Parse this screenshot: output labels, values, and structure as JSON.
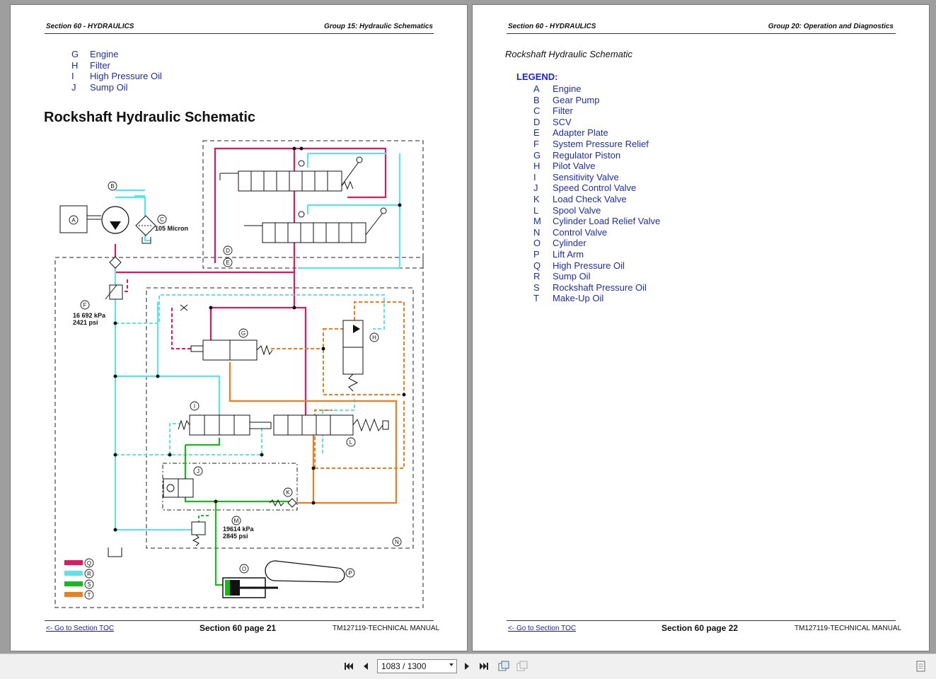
{
  "left_page": {
    "header_left": "Section 60 - HYDRAULICS",
    "header_right": "Group 15: Hydraulic Schematics",
    "legend_items": [
      {
        "key": "G",
        "label": "Engine"
      },
      {
        "key": "H",
        "label": "Filter"
      },
      {
        "key": "I",
        "label": "High Pressure Oil"
      },
      {
        "key": "J",
        "label": "Sump Oil"
      }
    ],
    "title": "Rockshaft Hydraulic Schematic",
    "schematic": {
      "filter_label": "105 Micron",
      "relief_f_kpa": "16 692 kPa",
      "relief_f_psi": "2421 psi",
      "relief_m_kpa": "19614 kPa",
      "relief_m_psi": "2845 psi",
      "callouts": [
        "A",
        "B",
        "C",
        "D",
        "E",
        "F",
        "G",
        "H",
        "I",
        "J",
        "K",
        "L",
        "M",
        "N",
        "O",
        "P"
      ],
      "swatch_keys": [
        "Q",
        "R",
        "S",
        "T"
      ],
      "colors": {
        "high_pressure": "#e0195e",
        "sump": "#5fe3ea",
        "rockshaft": "#19b81c",
        "makeup": "#ef7d1e"
      }
    },
    "footer_link": "<- Go to Section TOC",
    "footer_page": "Section 60 page 21",
    "footer_manual": "TM127119-TECHNICAL MANUAL"
  },
  "right_page": {
    "header_left": "Section 60 - HYDRAULICS",
    "header_right": "Group 20: Operation and Diagnostics",
    "title": "Rockshaft Hydraulic Schematic",
    "legend_heading": "LEGEND:",
    "legend_items": [
      {
        "key": "A",
        "label": "Engine"
      },
      {
        "key": "B",
        "label": "Gear Pump"
      },
      {
        "key": "C",
        "label": "Filter"
      },
      {
        "key": "D",
        "label": "SCV"
      },
      {
        "key": "E",
        "label": "Adapter Plate"
      },
      {
        "key": "F",
        "label": "System Pressure Relief"
      },
      {
        "key": "G",
        "label": "Regulator Piston"
      },
      {
        "key": "H",
        "label": "Pilot Valve"
      },
      {
        "key": "I",
        "label": "Sensitivity Valve"
      },
      {
        "key": "J",
        "label": "Speed Control Valve"
      },
      {
        "key": "K",
        "label": "Load Check Valve"
      },
      {
        "key": "L",
        "label": "Spool Valve"
      },
      {
        "key": "M",
        "label": "Cylinder Load Relief Valve"
      },
      {
        "key": "N",
        "label": "Control Valve"
      },
      {
        "key": "O",
        "label": "Cylinder"
      },
      {
        "key": "P",
        "label": "Lift Arm"
      },
      {
        "key": "Q",
        "label": "High Pressure Oil"
      },
      {
        "key": "R",
        "label": "Sump Oil"
      },
      {
        "key": "S",
        "label": "Rockshaft Pressure Oil"
      },
      {
        "key": "T",
        "label": "Make-Up Oil"
      }
    ],
    "footer_link": "<- Go to Section TOC",
    "footer_page": "Section 60 page 22",
    "footer_manual": "TM127119-TECHNICAL MANUAL"
  },
  "toolbar": {
    "page_indicator": "1083 / 1300",
    "icons": [
      "first-page-icon",
      "prev-page-icon",
      "next-page-icon",
      "last-page-icon",
      "single-page-view-icon",
      "two-page-view-icon",
      "document-icon"
    ]
  }
}
